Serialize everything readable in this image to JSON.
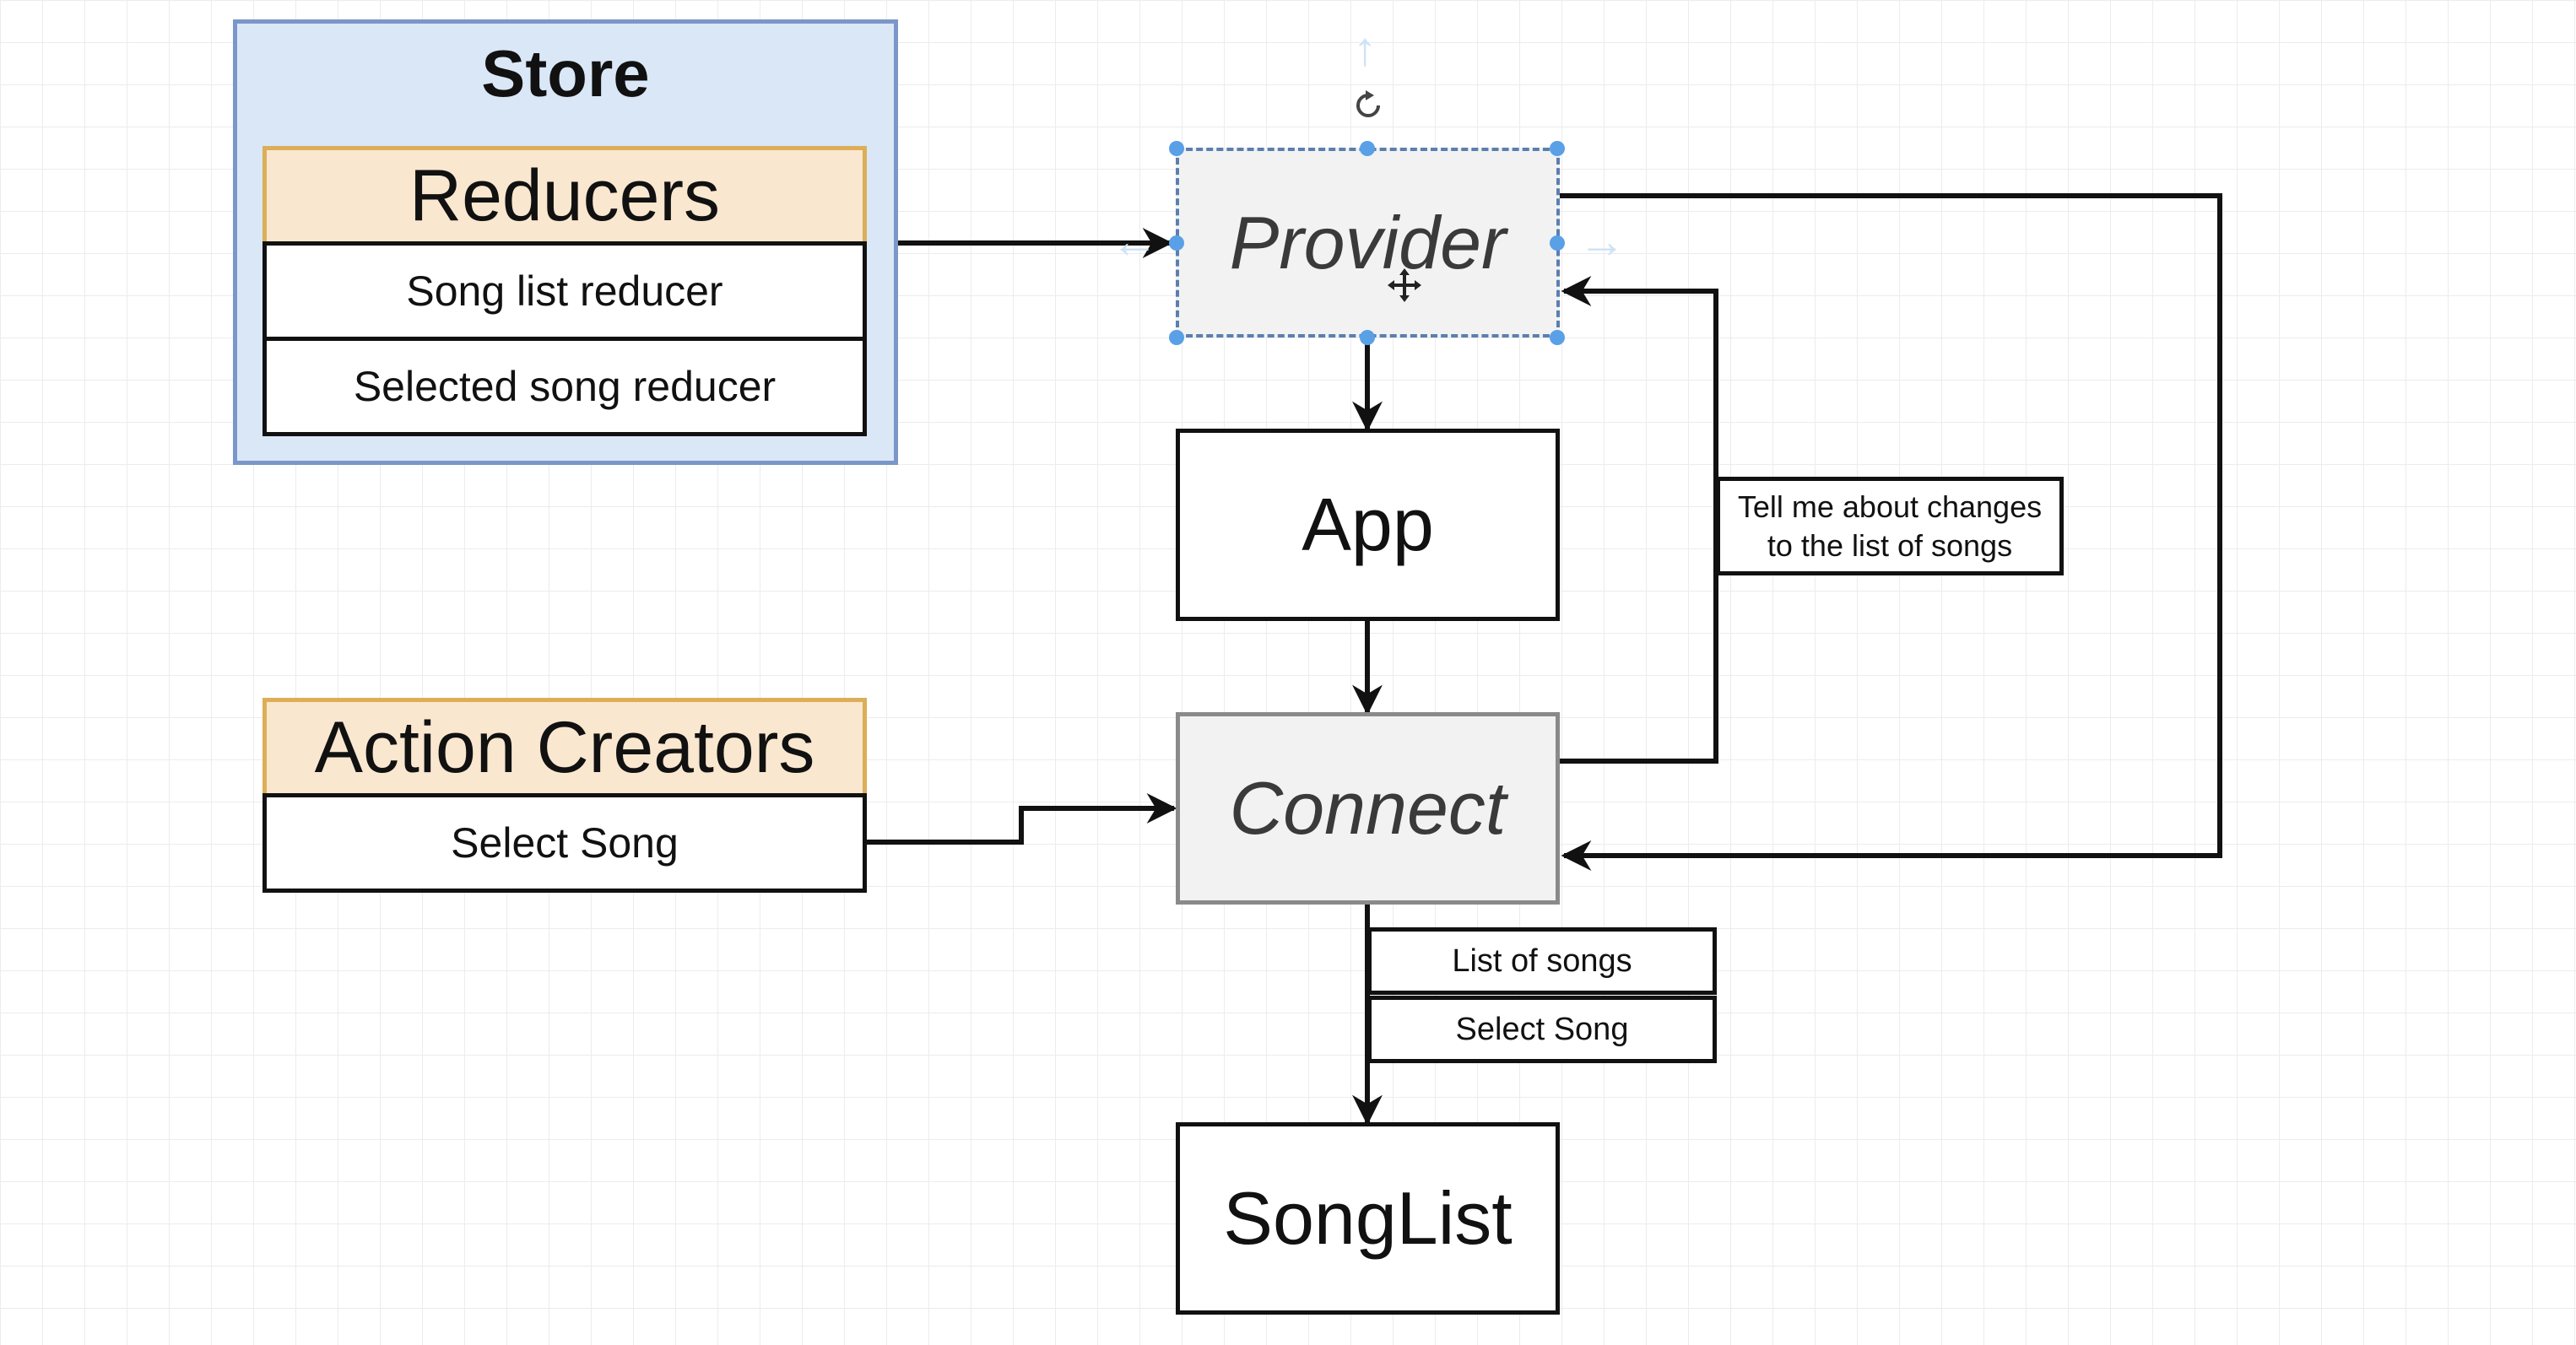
{
  "store": {
    "title": "Store"
  },
  "reducers": {
    "header": "Reducers",
    "items": [
      "Song list reducer",
      "Selected song reducer"
    ]
  },
  "action_creators": {
    "header": "Action Creators",
    "items": [
      "Select Song"
    ]
  },
  "nodes": {
    "provider": "Provider",
    "app": "App",
    "connect": "Connect",
    "songlist": "SongList"
  },
  "annotations": {
    "changes": [
      "Tell me about changes",
      "to the list of songs"
    ],
    "props": [
      "List of songs",
      "Select Song"
    ]
  },
  "colors": {
    "store_fill": "#dae7f7",
    "store_border": "#7b96c9",
    "header_fill": "#fae7cf",
    "header_border": "#dcae57",
    "selection": "#5aa0e6"
  },
  "icons": {
    "rotate": "rotate-handle-icon",
    "move": "move-cursor-icon"
  }
}
